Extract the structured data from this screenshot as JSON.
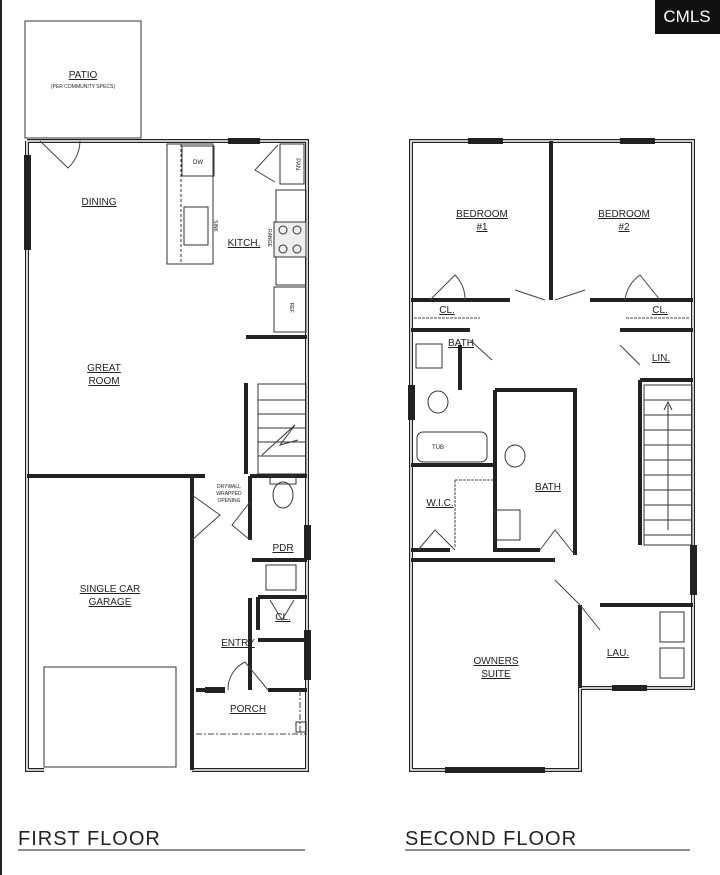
{
  "logo": {
    "text": "CMLS"
  },
  "first_floor": {
    "title": "FIRST FLOOR",
    "rooms": {
      "patio": "PATIO",
      "patio_note": "(PER COMMUNITY SPECS)",
      "dining": "DINING",
      "dw": "DW",
      "sink": "SINK",
      "kitchen": "KITCH.",
      "range": "RANGE",
      "pantry": "PAN.",
      "ref": "REF.",
      "great_room_1": "GREAT",
      "great_room_2": "ROOM",
      "drywall_1": "DRYWALL",
      "drywall_2": "WRAPPED",
      "drywall_3": "OPENING",
      "pdr": "PDR",
      "closet": "CL.",
      "entry": "ENTRY",
      "porch": "PORCH",
      "garage_1": "SINGLE CAR",
      "garage_2": "GARAGE"
    }
  },
  "second_floor": {
    "title": "SECOND FLOOR",
    "rooms": {
      "bedroom1_1": "BEDROOM",
      "bedroom1_2": "#1",
      "bedroom2_1": "BEDROOM",
      "bedroom2_2": "#2",
      "closet1": "CL.",
      "closet2": "CL.",
      "bath1": "BATH",
      "linen": "LIN.",
      "tub": "TUB",
      "bath2": "BATH",
      "wic": "W.I.C.",
      "owners_1": "OWNERS",
      "owners_2": "SUITE",
      "laundry": "LAU."
    }
  }
}
